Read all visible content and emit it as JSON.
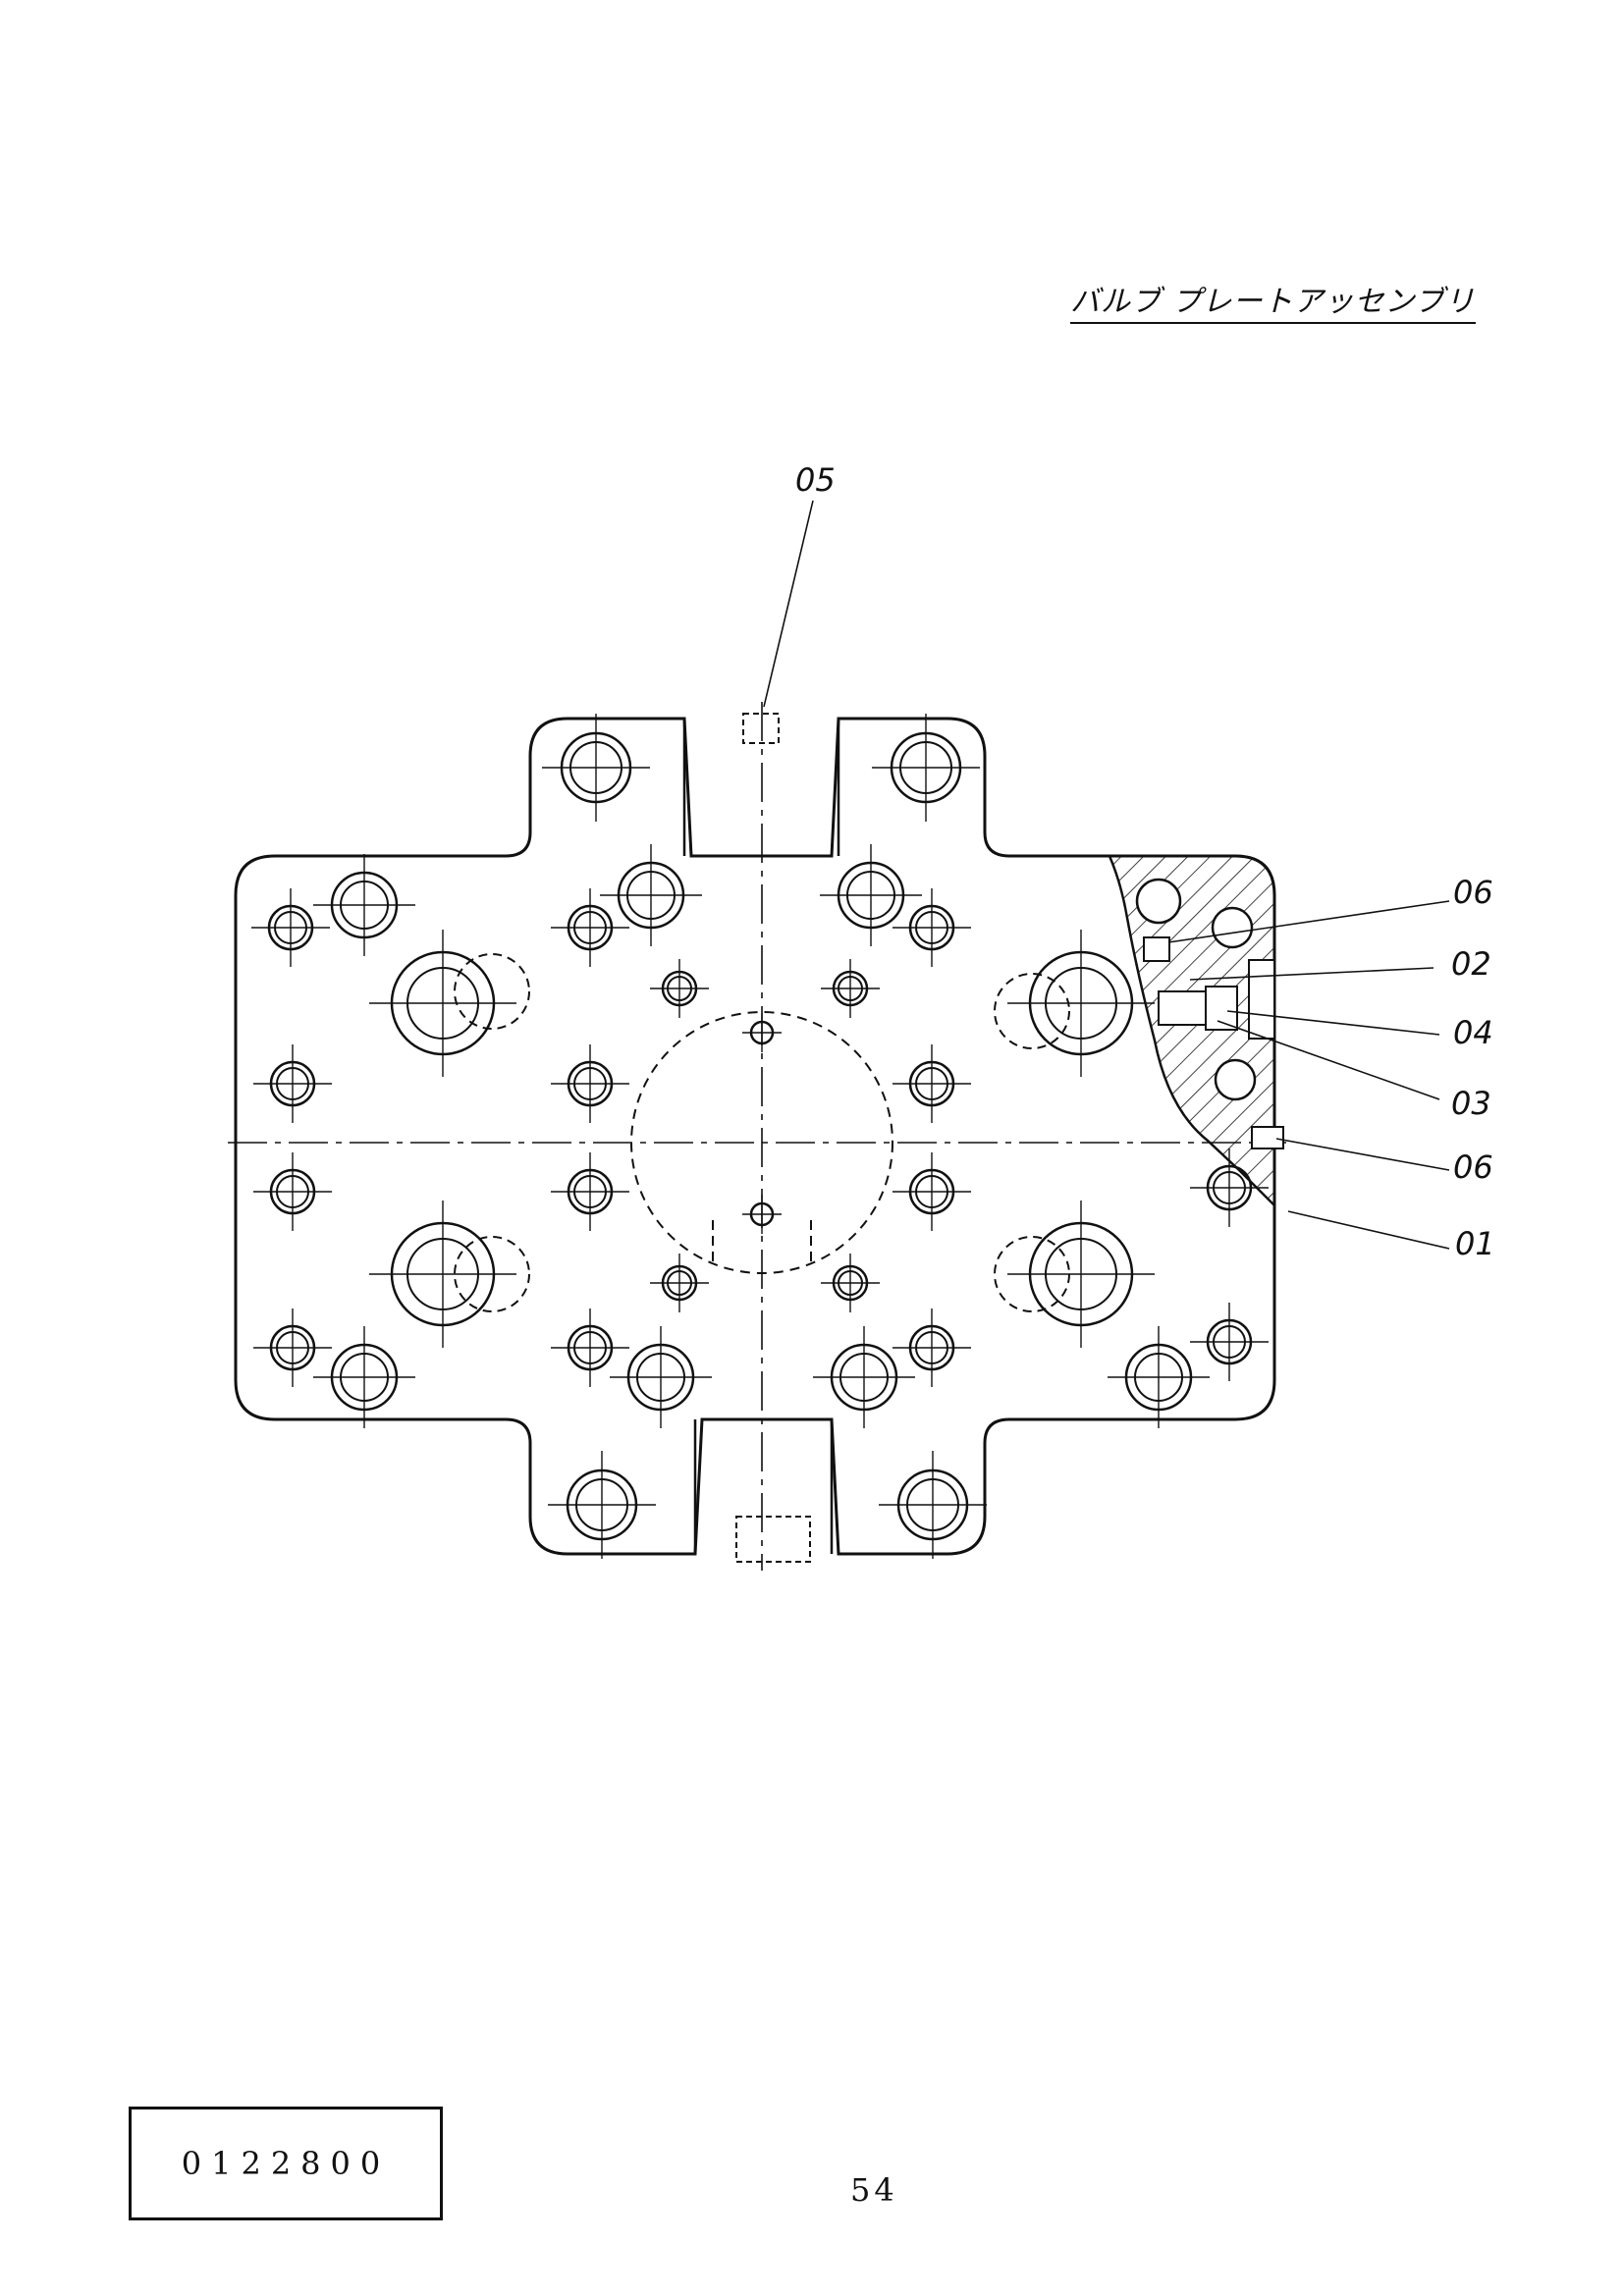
{
  "drawing": {
    "title": "バルブ プレートアッセンブリ",
    "callouts": {
      "c05": "05",
      "c06a": "06",
      "c02": "02",
      "c04": "04",
      "c03": "03",
      "c06b": "06",
      "c01": "01"
    }
  },
  "footer": {
    "code": "0122800",
    "page_number": "54"
  },
  "colors": {
    "ink": "#111111",
    "paper": "#ffffff"
  }
}
